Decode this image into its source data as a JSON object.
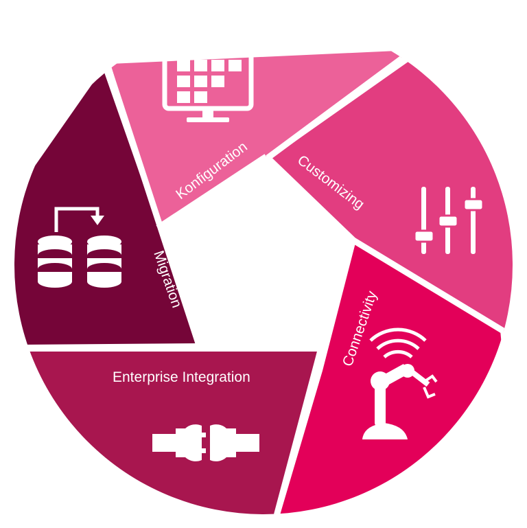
{
  "segments": [
    {
      "id": "konfiguration",
      "label": "Konfiguration",
      "color": "#ec6199",
      "icon": "monitor-icon"
    },
    {
      "id": "customizing",
      "label": "Customizing",
      "color": "#e23d80",
      "icon": "sliders-icon"
    },
    {
      "id": "connectivity",
      "label": "Connectivity",
      "color": "#e30059",
      "icon": "robot-arm-icon"
    },
    {
      "id": "enterprise-integration",
      "label": "Enterprise Integration",
      "color": "#a8164f",
      "icon": "plug-connector-icon"
    },
    {
      "id": "migration",
      "label": "Migration",
      "color": "#750538",
      "icon": "database-transfer-icon"
    }
  ]
}
